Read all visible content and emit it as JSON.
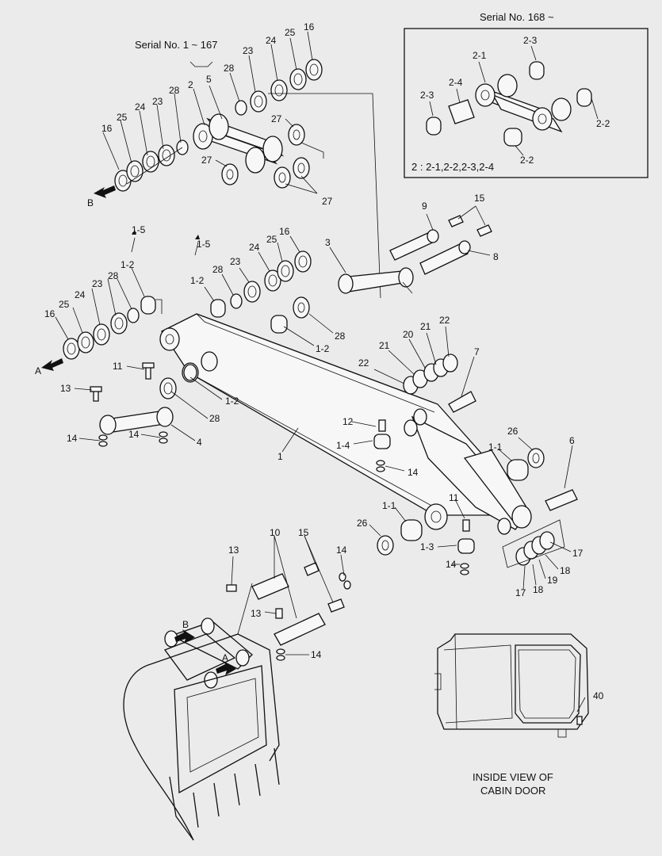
{
  "captions": {
    "serial_old": "Serial No. 1 ~ 167",
    "serial_new": "Serial No. 168 ~",
    "inset_note": "2 : 2-1,2-2,2-3,2-4",
    "cabin_line1": "INSIDE VIEW OF",
    "cabin_line2": "CABIN DOOR"
  },
  "callouts": [
    {
      "id": "c16a",
      "text": "16"
    },
    {
      "id": "c25a",
      "text": "25"
    },
    {
      "id": "c24a",
      "text": "24"
    },
    {
      "id": "c23a",
      "text": "23"
    },
    {
      "id": "c28a",
      "text": "28"
    },
    {
      "id": "c2a",
      "text": "2"
    },
    {
      "id": "c5a",
      "text": "5"
    },
    {
      "id": "c28b",
      "text": "28"
    },
    {
      "id": "c23b",
      "text": "23"
    },
    {
      "id": "c24b",
      "text": "24"
    },
    {
      "id": "c25b",
      "text": "25"
    },
    {
      "id": "c16b",
      "text": "16"
    },
    {
      "id": "c27a",
      "text": "27"
    },
    {
      "id": "c27b",
      "text": "27"
    },
    {
      "id": "c27c",
      "text": "27"
    },
    {
      "id": "cB1",
      "text": "B"
    },
    {
      "id": "c15a",
      "text": "1-5"
    },
    {
      "id": "c15b",
      "text": "1-5"
    },
    {
      "id": "c12a",
      "text": "1-2"
    },
    {
      "id": "c12b",
      "text": "1-2"
    },
    {
      "id": "c16c",
      "text": "16"
    },
    {
      "id": "c25c",
      "text": "25"
    },
    {
      "id": "c24c",
      "text": "24"
    },
    {
      "id": "c23c",
      "text": "23"
    },
    {
      "id": "c28c",
      "text": "28"
    },
    {
      "id": "c28d",
      "text": "28"
    },
    {
      "id": "c23d",
      "text": "23"
    },
    {
      "id": "c24d",
      "text": "24"
    },
    {
      "id": "c25d",
      "text": "25"
    },
    {
      "id": "c16d",
      "text": "16"
    },
    {
      "id": "c3",
      "text": "3"
    },
    {
      "id": "c9",
      "text": "9"
    },
    {
      "id": "c15c",
      "text": "15"
    },
    {
      "id": "c8",
      "text": "8"
    },
    {
      "id": "c28e",
      "text": "28"
    },
    {
      "id": "c12c",
      "text": "1-2"
    },
    {
      "id": "c12d",
      "text": "1-2"
    },
    {
      "id": "cA1",
      "text": "A"
    },
    {
      "id": "c11a",
      "text": "11"
    },
    {
      "id": "c13a",
      "text": "13"
    },
    {
      "id": "c14a",
      "text": "14"
    },
    {
      "id": "c14b",
      "text": "14"
    },
    {
      "id": "c4",
      "text": "4"
    },
    {
      "id": "c28f",
      "text": "28"
    },
    {
      "id": "c1",
      "text": "1"
    },
    {
      "id": "c22a",
      "text": "22"
    },
    {
      "id": "c20",
      "text": "20"
    },
    {
      "id": "c21a",
      "text": "21"
    },
    {
      "id": "c21b",
      "text": "21"
    },
    {
      "id": "c22b",
      "text": "22"
    },
    {
      "id": "c7",
      "text": "7"
    },
    {
      "id": "c12",
      "text": "12"
    },
    {
      "id": "c14s",
      "text": "1-4"
    },
    {
      "id": "c14c",
      "text": "14"
    },
    {
      "id": "c26a",
      "text": "26"
    },
    {
      "id": "c11b",
      "text": "1-1"
    },
    {
      "id": "c6",
      "text": "6"
    },
    {
      "id": "c11c",
      "text": "1-1"
    },
    {
      "id": "c11d",
      "text": "11"
    },
    {
      "id": "c26b",
      "text": "26"
    },
    {
      "id": "c13s",
      "text": "1-3"
    },
    {
      "id": "c14d",
      "text": "14"
    },
    {
      "id": "c17a",
      "text": "17"
    },
    {
      "id": "c18a",
      "text": "18"
    },
    {
      "id": "c19",
      "text": "19"
    },
    {
      "id": "c18b",
      "text": "18"
    },
    {
      "id": "c17b",
      "text": "17"
    },
    {
      "id": "c10",
      "text": "10"
    },
    {
      "id": "c15d",
      "text": "15"
    },
    {
      "id": "c13b",
      "text": "13"
    },
    {
      "id": "c14e",
      "text": "14"
    },
    {
      "id": "c13c",
      "text": "13"
    },
    {
      "id": "cB2",
      "text": "B"
    },
    {
      "id": "cA2",
      "text": "A"
    },
    {
      "id": "c14f",
      "text": "14"
    },
    {
      "id": "c40",
      "text": "40"
    },
    {
      "id": "c23i",
      "text": "2-3"
    },
    {
      "id": "c21i",
      "text": "2-1"
    },
    {
      "id": "c24i",
      "text": "2-4"
    },
    {
      "id": "c23j",
      "text": "2-3"
    },
    {
      "id": "c22i",
      "text": "2-2"
    },
    {
      "id": "c22j",
      "text": "2-2"
    }
  ]
}
